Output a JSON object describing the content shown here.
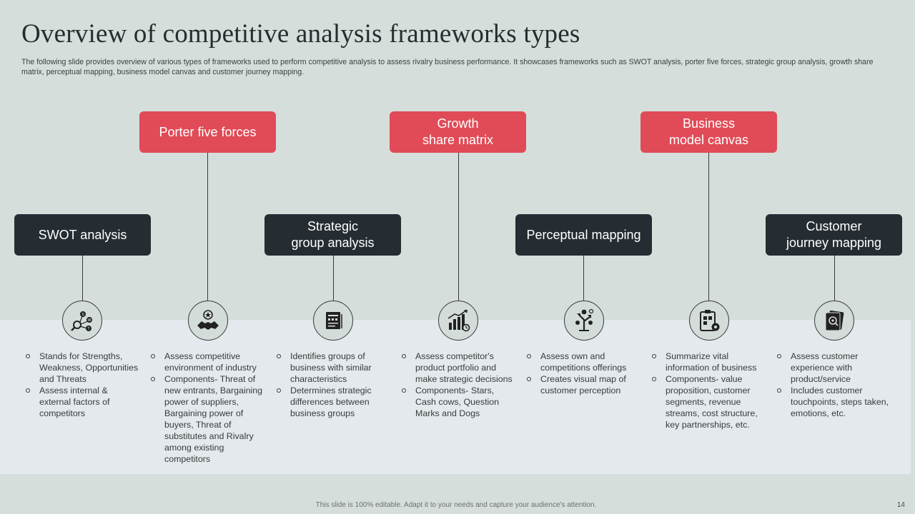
{
  "title": "Overview of competitive analysis frameworks types",
  "subtitle": "The following slide provides overview of various types of frameworks used to perform competitive analysis to assess rivalry business performance. It showcases frameworks such as SWOT analysis, porter five forces, strategic group analysis, growth share matrix, perceptual mapping, business model canvas and customer journey mapping.",
  "frameworks": [
    {
      "label": "SWOT analysis",
      "icon": "swot-icon",
      "bullets": [
        "Stands for Strengths, Weakness, Opportunities and Threats",
        "Assess internal & external factors of competitors"
      ]
    },
    {
      "label": "Porter five forces",
      "icon": "handshake-icon",
      "bullets": [
        "Assess competitive environment  of industry",
        "Components- Threat of new entrants, Bargaining power of suppliers, Bargaining power of buyers, Threat of substitutes and Rivalry among existing competitors"
      ]
    },
    {
      "label": "Strategic\ngroup analysis",
      "icon": "presentation-icon",
      "bullets": [
        "Identifies groups of business with similar characteristics",
        "Determines strategic differences between business groups"
      ]
    },
    {
      "label": "Growth\nshare matrix",
      "icon": "bar-chart-icon",
      "bullets": [
        "Assess competitor's product portfolio and make strategic decisions",
        "Components- Stars, Cash cows, Question Marks and Dogs"
      ]
    },
    {
      "label": "Perceptual mapping",
      "icon": "direction-stars-icon",
      "bullets": [
        "Assess own and competitions offerings",
        "Creates visual map of customer perception"
      ]
    },
    {
      "label": "Business\nmodel canvas",
      "icon": "clipboard-gear-icon",
      "bullets": [
        "Summarize vital information of business",
        "Components- value proposition, customer segments, revenue streams, cost structure, key partnerships, etc."
      ]
    },
    {
      "label": "Customer\njourney mapping",
      "icon": "journey-search-icon",
      "bullets": [
        "Assess customer experience with product/service",
        "Includes customer touchpoints, steps taken, emotions, etc."
      ]
    }
  ],
  "footer": "This slide is 100% editable. Adapt it to your needs and capture your audience's attention.",
  "page_number": "14",
  "colors": {
    "red_box": "#e04b57",
    "dark_box": "#252d33",
    "background": "#d6dedb",
    "band": "#e3e9ec"
  }
}
